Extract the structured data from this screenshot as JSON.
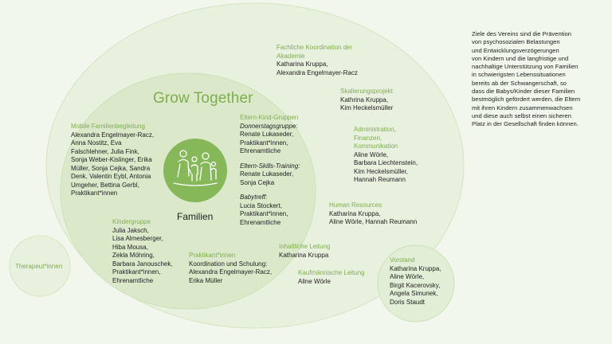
{
  "title": "Grow Together",
  "center": "Familien",
  "intro": "Ziele des Vereins sind die Prävention\nvon psychosozialen Belastungen\nund Entwicklungsverzögerungen\nvon Kindern und die langfristige und\nnachhaltige Unterstützung von Familien\nin schwierigsten Lebenssituationen\nbereits ab der Schwangerschaft, so\ndass die Babys/Kinder dieser Familien\nbestmöglich gefördert werden, die Eltern\nmit ihren Kindern zusammenwachsen\nund diese auch selbst einen sicheren\nPlatz in der Gesellschaft finden können.",
  "akademie": {
    "heading": "Fachliche Koordination der\nAkademie",
    "names": "Katharina Kruppa,\nAlexandra Engelmayer-Racz"
  },
  "skalierung": {
    "heading": "Skalierungsprojekt",
    "names": "Kathrina Kruppa,\nKim Heckelsmüller"
  },
  "administration": {
    "heading": "Administration,\nFinanzen,\nKommunikation",
    "names": "Aline Wörle,\nBarbara Liechtenstein,\nKim Heckelsmüller,\nHannah Reumann"
  },
  "hr": {
    "heading": "Human Resources",
    "names": "Katharina Kruppa,\nAline Wörle, Hannah Reumann"
  },
  "inhaltlich": {
    "heading": "Inhaltliche Leitung",
    "names": "Katharina Kruppa"
  },
  "kaufm": {
    "heading": "Kaufmännische Leitung",
    "names": "Aline Wörle"
  },
  "vorstand": {
    "heading": "Vorstand",
    "names": "Katharina Kruppa,\nAline Wörle,\nBirgit Kacerovsky,\nAngela Simunek,\nDoris Staudt"
  },
  "mobile": {
    "heading": "Mobile Familienbegleitung",
    "names": "Alexandra Engelmayer-Racz,\nAnna Nostitz, Eva\nFalschlehner, Julia Fink,\nSonja Weber-Kislinger, Erika\nMüller, Sonja Cejka, Sandra\nDenk, Valentin Eybl, Antonia\nUmgeher, Bettina Gerbl,\nPraktikant*innen"
  },
  "eltern": {
    "heading": "Eltern-Kind-Gruppen",
    "group1_title": "Donnerstagsgruppe:",
    "group1_names": "Renate Lukaseder,\nPraktikant*innen,\nEhrenamtliche",
    "group2_title": "Eltern-Skills-Training:",
    "group2_names": "Renate Lukaseder,\nSonja Cejka",
    "group3_title": "Babytreff:",
    "group3_names": "Lucia Stockert,\nPraktikant*innen,\nEhrenamtliche"
  },
  "kinder": {
    "heading": "Kindergruppe",
    "names": "Julia Jaksch,\nLisa Almesberger,\nHiba Mousa,\nZekla Möhring,\nBarbara Janouschek,\nPraktikant*innen,\nEhrenamtliche"
  },
  "praktikant": {
    "heading": "Praktikant*innen",
    "names": "Koordination und Schulung:\nAlexandra Engelmayer-Racz,\nErika Müller"
  },
  "therapeut": {
    "heading": "Therapeut*innen"
  },
  "colors": {
    "accent": "#7fae4e",
    "outer": "#e6f0da",
    "inner": "#d8e8c6",
    "center": "#86b85a"
  }
}
